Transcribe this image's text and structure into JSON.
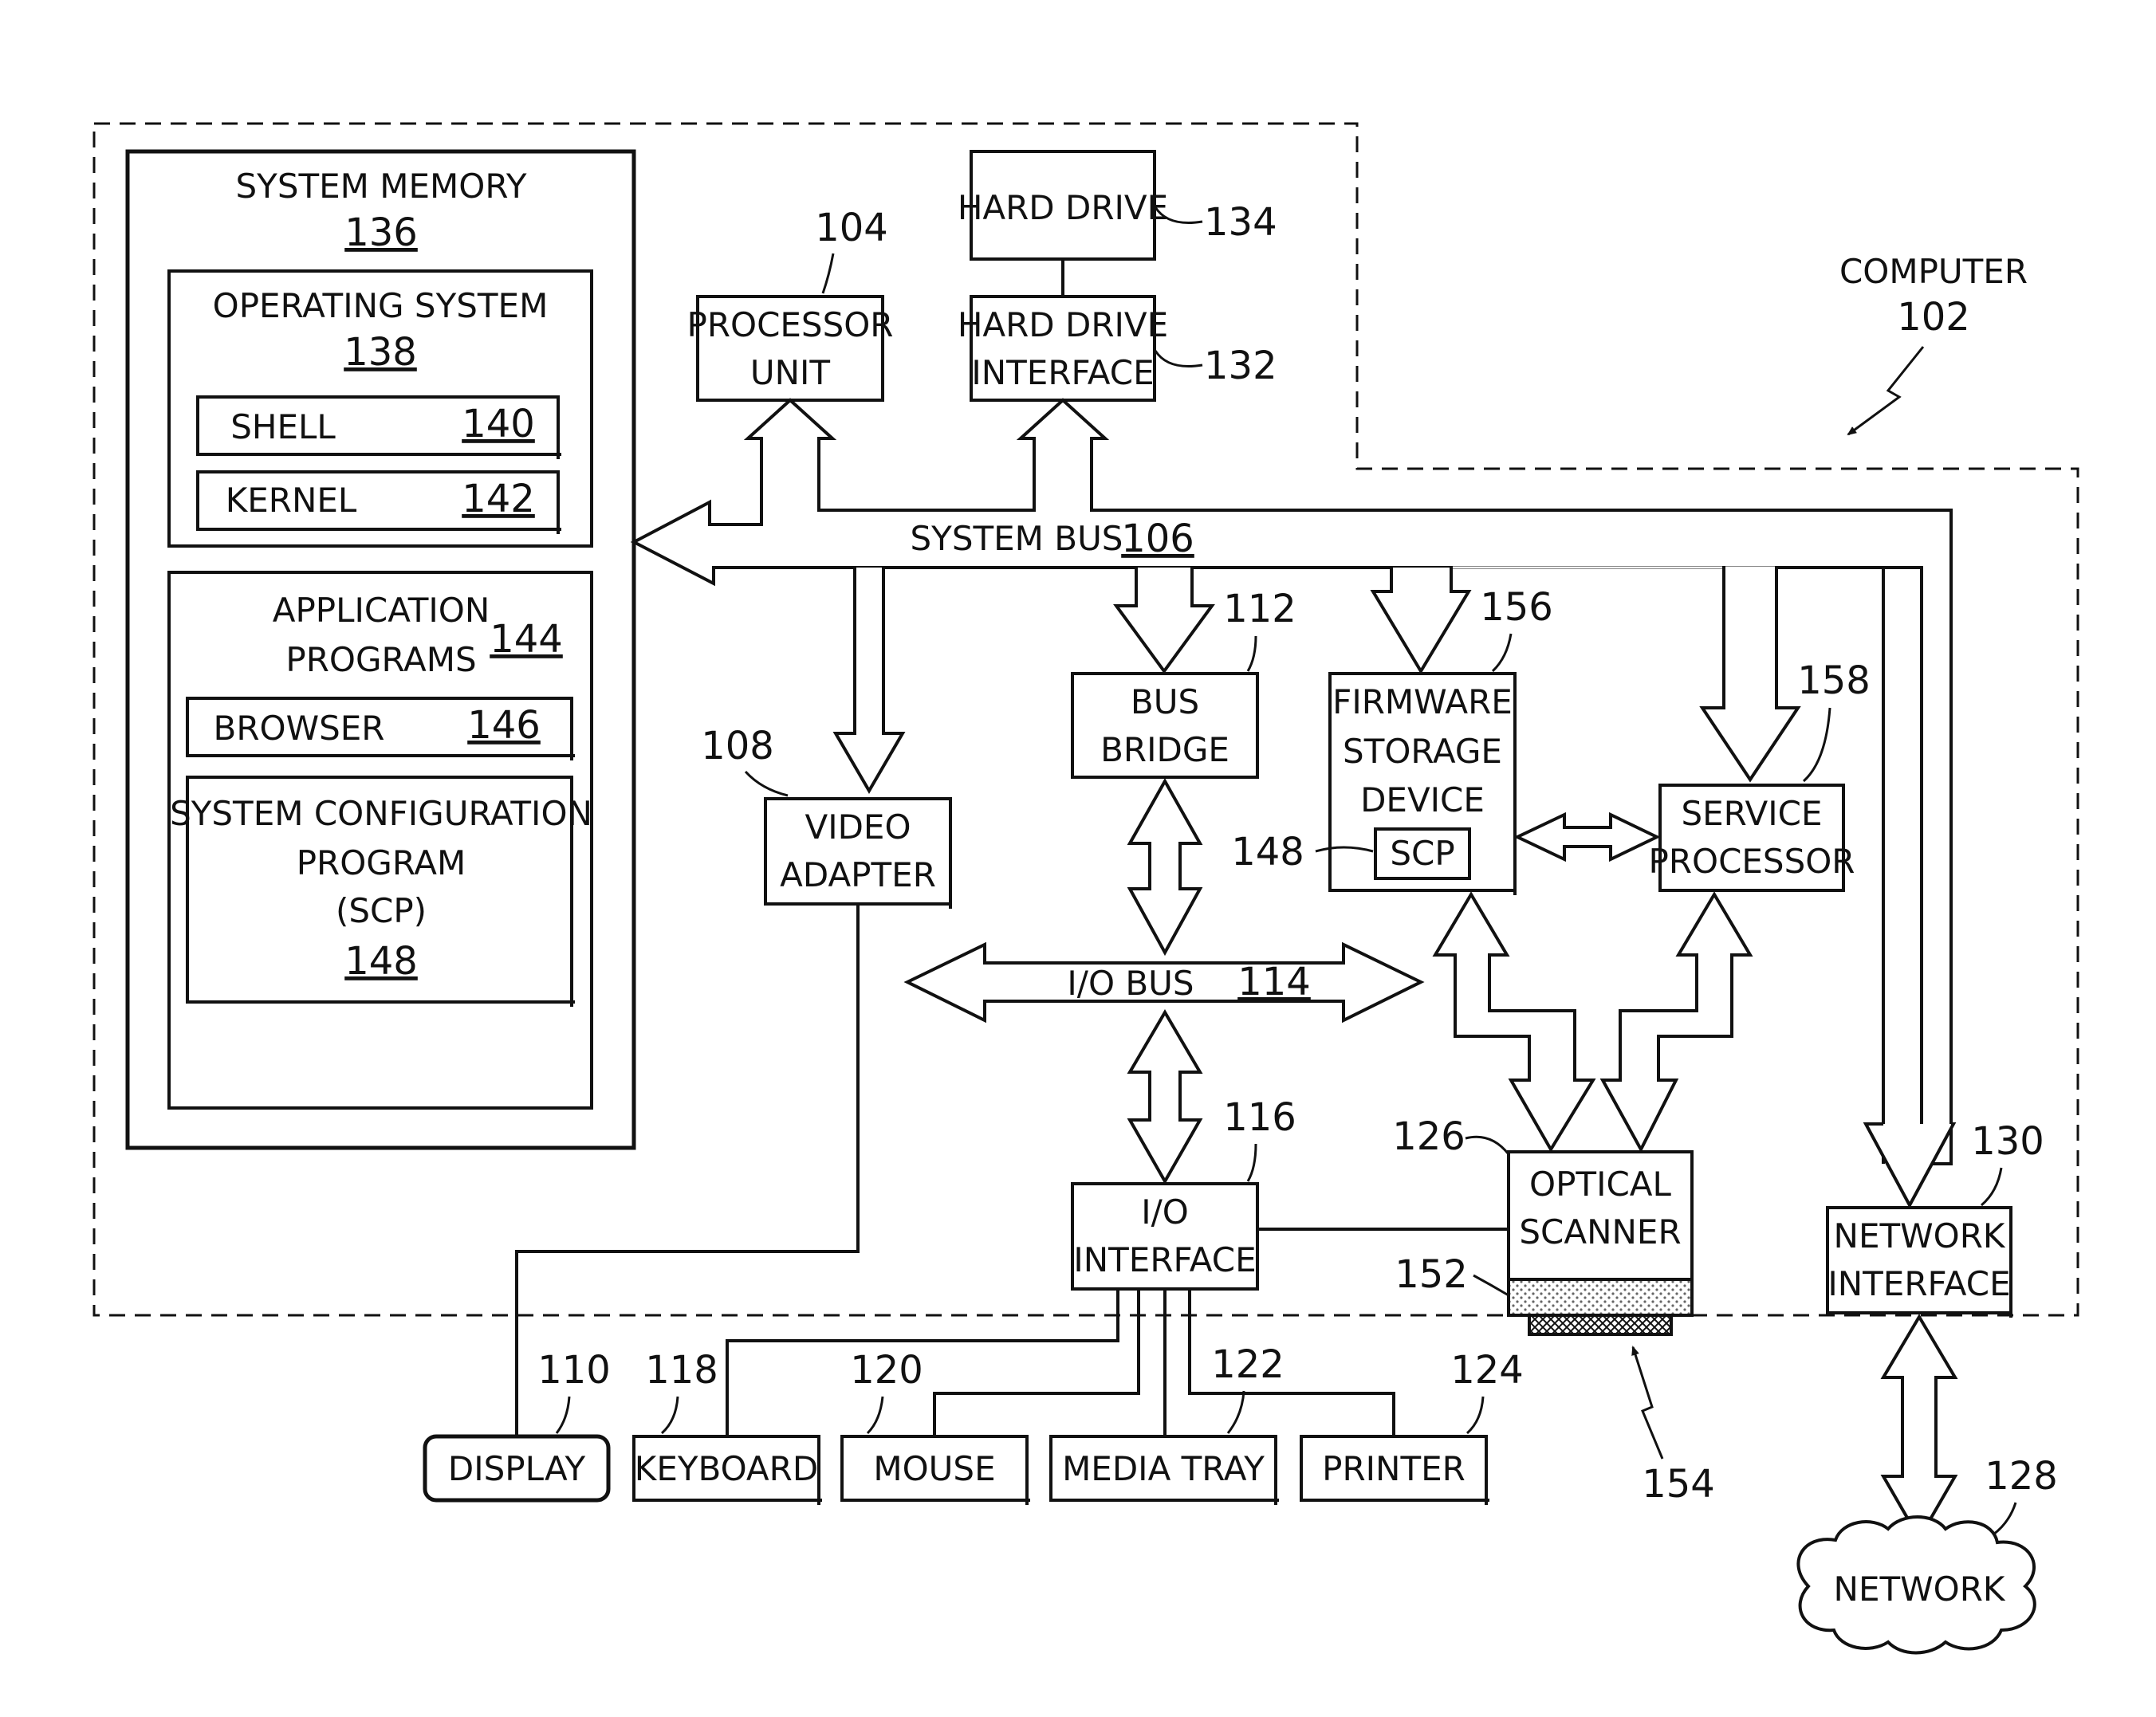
{
  "colors": {
    "ink": "#111111",
    "paper": "#ffffff",
    "scanner_glass": "#e4e4e4",
    "scanner_pad": "#555555"
  },
  "computer": {
    "label": "COMPUTER",
    "ref": "102"
  },
  "system_memory": {
    "label": "SYSTEM MEMORY",
    "ref": "136"
  },
  "operating_system": {
    "label": "OPERATING SYSTEM",
    "ref": "138"
  },
  "shell": {
    "label": "SHELL",
    "ref": "140"
  },
  "kernel": {
    "label": "KERNEL",
    "ref": "142"
  },
  "application_programs": {
    "label_line1": "APPLICATION",
    "label_line2": "PROGRAMS",
    "ref": "144"
  },
  "browser": {
    "label": "BROWSER",
    "ref": "146"
  },
  "scp_program": {
    "line1": "SYSTEM CONFIGURATION",
    "line2": "PROGRAM",
    "line3": "(SCP)",
    "ref": "148"
  },
  "processor_unit": {
    "line1": "PROCESSOR",
    "line2": "UNIT",
    "ref": "104"
  },
  "hard_drive": {
    "label": "HARD DRIVE",
    "ref": "134"
  },
  "hard_drive_interface": {
    "line1": "HARD DRIVE",
    "line2": "INTERFACE",
    "ref": "132"
  },
  "system_bus": {
    "label": "SYSTEM BUS",
    "ref": "106"
  },
  "bus_bridge": {
    "line1": "BUS",
    "line2": "BRIDGE",
    "ref": "112"
  },
  "firmware_storage": {
    "line1": "FIRMWARE",
    "line2": "STORAGE",
    "line3": "DEVICE",
    "scp_label": "SCP",
    "scp_ref": "148",
    "ref": "156"
  },
  "service_processor": {
    "line1": "SERVICE",
    "line2": "PROCESSOR",
    "ref": "158"
  },
  "video_adapter": {
    "line1": "VIDEO",
    "line2": "ADAPTER",
    "ref": "108"
  },
  "io_bus": {
    "label": "I/O BUS",
    "ref": "114"
  },
  "io_interface": {
    "line1": "I/O",
    "line2": "INTERFACE",
    "ref": "116"
  },
  "optical_scanner": {
    "line1": "OPTICAL",
    "line2": "SCANNER",
    "ref": "126",
    "glass_ref": "152",
    "item_ref": "154"
  },
  "network_interface": {
    "line1": "NETWORK",
    "line2": "INTERFACE",
    "ref": "130"
  },
  "network": {
    "label": "NETWORK",
    "ref": "128"
  },
  "display": {
    "label": "DISPLAY",
    "ref": "110"
  },
  "keyboard": {
    "label": "KEYBOARD",
    "ref": "118"
  },
  "mouse": {
    "label": "MOUSE",
    "ref": "120"
  },
  "media_tray": {
    "label": "MEDIA TRAY",
    "ref": "122"
  },
  "printer": {
    "label": "PRINTER",
    "ref": "124"
  }
}
